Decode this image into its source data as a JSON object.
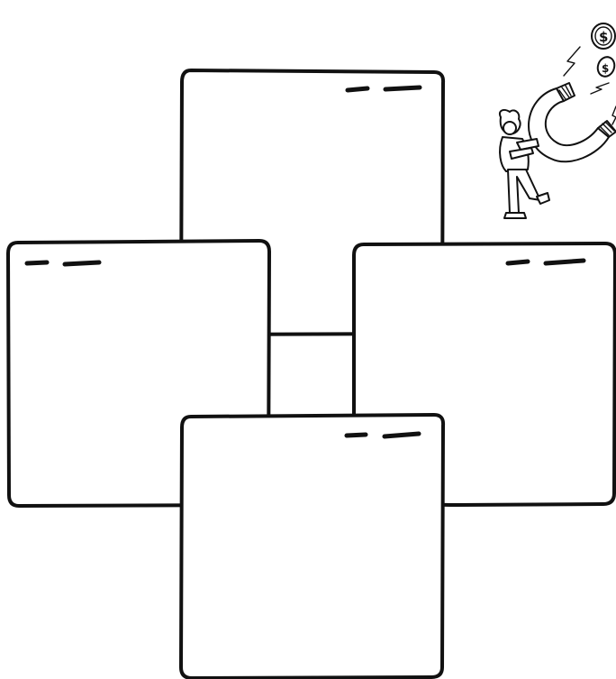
{
  "diagram": {
    "cards": [
      {
        "id": "top"
      },
      {
        "id": "left"
      },
      {
        "id": "right"
      },
      {
        "id": "bottom"
      }
    ],
    "illustration": {
      "icon": "person-with-magnet-icon",
      "coins": [
        "$",
        "$"
      ]
    }
  }
}
